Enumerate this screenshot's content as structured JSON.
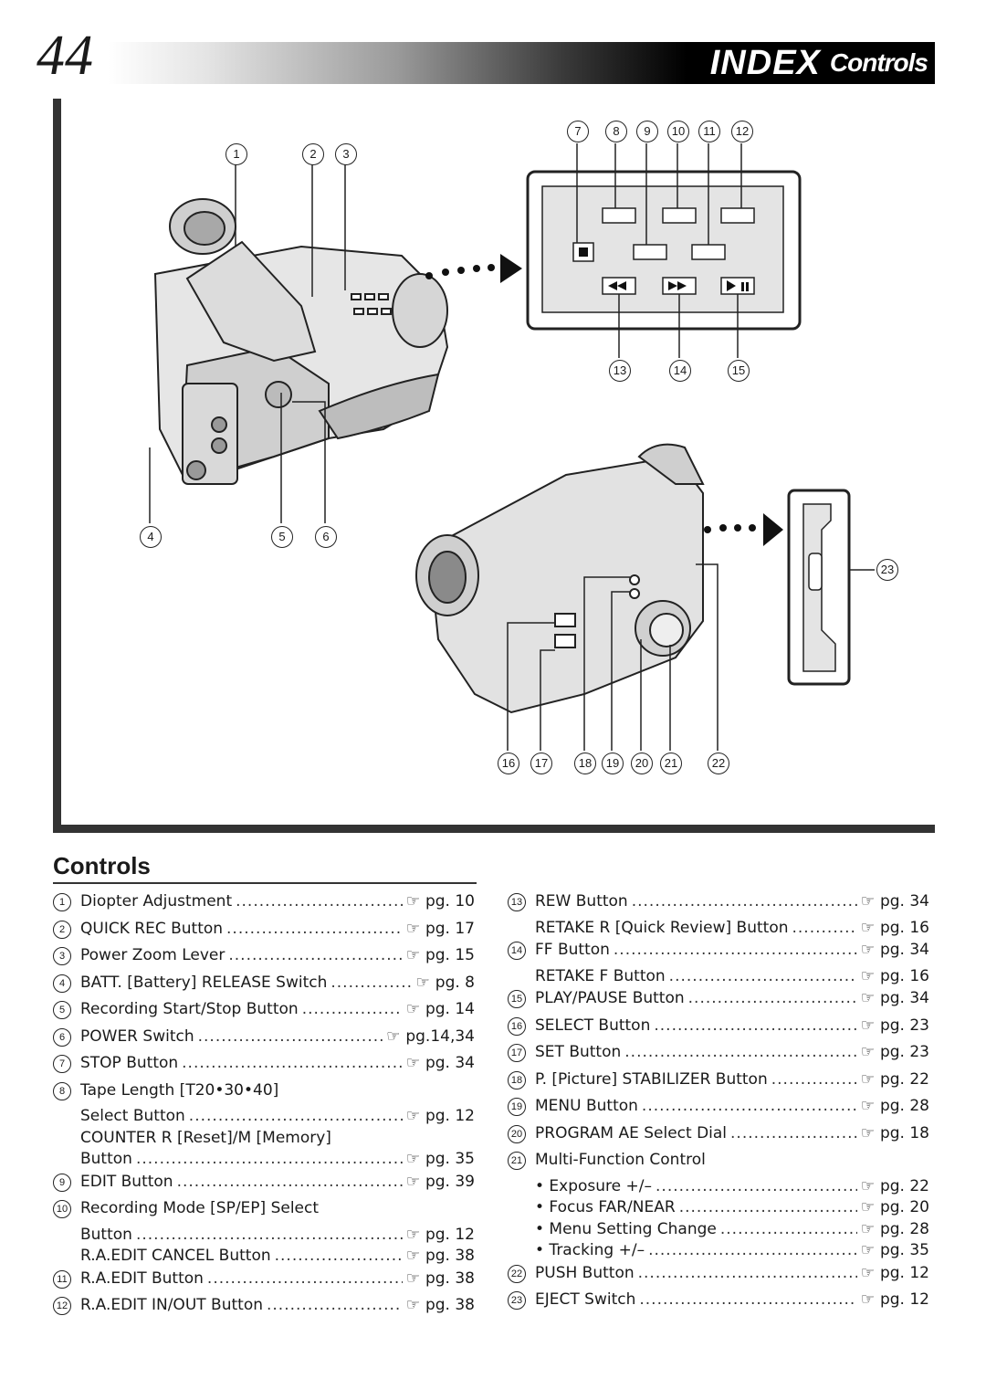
{
  "header": {
    "page_number": "44",
    "title_big": "INDEX",
    "title_small": "Controls"
  },
  "figure": {
    "callouts_top_camera": [
      "1",
      "2",
      "3",
      "4",
      "5",
      "6"
    ],
    "callouts_panel": [
      "7",
      "8",
      "9",
      "10",
      "11",
      "12",
      "13",
      "14",
      "15"
    ],
    "callouts_side_camera": [
      "16",
      "17",
      "18",
      "19",
      "20",
      "21",
      "22",
      "23"
    ]
  },
  "section": {
    "title": "Controls"
  },
  "left_items": [
    {
      "num": "1",
      "label": "Diopter Adjustment",
      "pg": "pg. 10"
    },
    {
      "num": "2",
      "label": "QUICK REC Button",
      "pg": "pg. 17"
    },
    {
      "num": "3",
      "label": "Power Zoom Lever",
      "pg": "pg. 15"
    },
    {
      "num": "4",
      "label": "BATT. [Battery] RELEASE Switch",
      "pg": "pg. 8"
    },
    {
      "num": "5",
      "label": "Recording Start/Stop Button",
      "pg": "pg. 14"
    },
    {
      "num": "6",
      "label": "POWER Switch",
      "pg": "pg.14,34"
    },
    {
      "num": "7",
      "label": "STOP Button",
      "pg": "pg. 34"
    },
    {
      "num": "8",
      "label": "Tape Length [T20•30•40]",
      "pg": ""
    },
    {
      "num": "",
      "label": "Select Button",
      "pg": "pg. 12"
    },
    {
      "num": "",
      "label": "COUNTER R [Reset]/M [Memory]",
      "pg": ""
    },
    {
      "num": "",
      "label": "Button",
      "pg": "pg. 35"
    },
    {
      "num": "9",
      "label": "EDIT Button",
      "pg": "pg. 39"
    },
    {
      "num": "10",
      "label": "Recording Mode [SP/EP] Select",
      "pg": ""
    },
    {
      "num": "",
      "label": "Button",
      "pg": "pg. 12"
    },
    {
      "num": "",
      "label": "R.A.EDIT CANCEL Button",
      "pg": "pg. 38"
    },
    {
      "num": "11",
      "label": "R.A.EDIT Button",
      "pg": "pg. 38"
    },
    {
      "num": "12",
      "label": "R.A.EDIT IN/OUT Button",
      "pg": "pg. 38"
    }
  ],
  "right_items": [
    {
      "num": "13",
      "label": "REW Button",
      "pg": "pg. 34"
    },
    {
      "num": "",
      "label": "RETAKE R [Quick Review] Button",
      "pg": "pg. 16"
    },
    {
      "num": "14",
      "label": "FF Button",
      "pg": "pg. 34"
    },
    {
      "num": "",
      "label": "RETAKE F Button",
      "pg": "pg. 16"
    },
    {
      "num": "15",
      "label": "PLAY/PAUSE Button",
      "pg": "pg. 34"
    },
    {
      "num": "16",
      "label": "SELECT Button",
      "pg": "pg. 23"
    },
    {
      "num": "17",
      "label": "SET Button",
      "pg": "pg. 23"
    },
    {
      "num": "18",
      "label": "P. [Picture] STABILIZER Button",
      "pg": "pg. 22"
    },
    {
      "num": "19",
      "label": "MENU Button",
      "pg": "pg. 28"
    },
    {
      "num": "20",
      "label": "PROGRAM AE Select Dial",
      "pg": "pg. 18"
    },
    {
      "num": "21",
      "label": "Multi-Function Control",
      "pg": ""
    },
    {
      "num": "",
      "label": "• Exposure +/–",
      "pg": "pg. 22"
    },
    {
      "num": "",
      "label": "• Focus FAR/NEAR",
      "pg": "pg. 20"
    },
    {
      "num": "",
      "label": "• Menu Setting Change",
      "pg": "pg. 28"
    },
    {
      "num": "",
      "label": "• Tracking +/–",
      "pg": "pg. 35"
    },
    {
      "num": "22",
      "label": "PUSH Button",
      "pg": "pg. 12"
    },
    {
      "num": "23",
      "label": "EJECT Switch",
      "pg": "pg. 12"
    }
  ],
  "pointer_glyph": "☞"
}
